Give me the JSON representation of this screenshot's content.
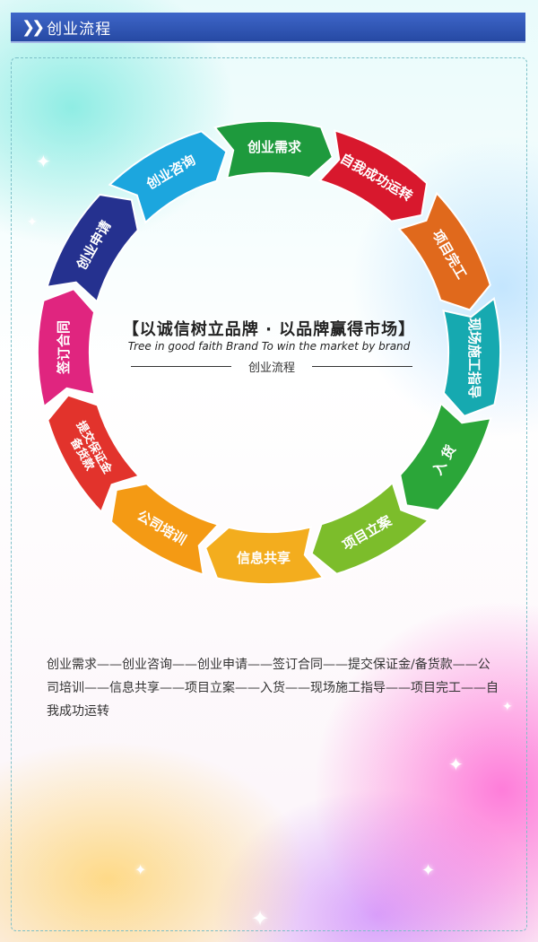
{
  "header": {
    "chevron_icon": "double-chevron-right-icon",
    "title": "创业流程"
  },
  "center": {
    "title": "【以诚信树立品牌 · 以品牌赢得市场】",
    "subtitle": "Tree in good faith Brand To win the market by brand",
    "caption": "创业流程"
  },
  "steps": [
    {
      "label": "创业需求",
      "color": "#1e9a3d"
    },
    {
      "label": "自我成功运转",
      "color": "#d8182d"
    },
    {
      "label": "项目完工",
      "color": "#e0691c"
    },
    {
      "label": "现场施工指导",
      "color": "#16a9b0"
    },
    {
      "label": "入 货",
      "color": "#2ba639"
    },
    {
      "label": "项目立案",
      "color": "#7cbd2b"
    },
    {
      "label": "信息共享",
      "color": "#f3ad1e"
    },
    {
      "label": "公司培训",
      "color": "#f49a14"
    },
    {
      "label": "提交保证金备货款",
      "color": "#e2332c"
    },
    {
      "label": "签订合同",
      "color": "#e0257f"
    },
    {
      "label": "创业申请",
      "color": "#25318f"
    },
    {
      "label": "创业咨询",
      "color": "#1ca6de"
    }
  ],
  "description": "创业需求——创业咨询——创业申请——签订合同——提交保证金/备货款——公司培训——信息共享——项目立案——入货——现场施工指导——项目完工——自我成功运转"
}
